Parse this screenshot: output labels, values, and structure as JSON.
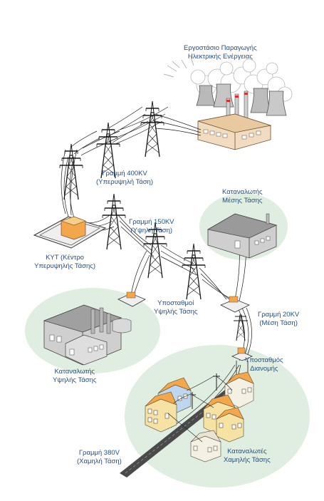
{
  "colors": {
    "label": "#1f4e8c",
    "ellipse": "#dfeee1",
    "building_light": "#ececec",
    "building_dark": "#9a9a9a",
    "plant": "#f1dcc1",
    "roof_orange": "#f3a64a",
    "house_yellow": "#f6e3a4",
    "wire": "#1a1a1a"
  },
  "labels": {
    "power_plant": {
      "line1": "Εργοστάσιο Παραγωγής",
      "line2": "Ηλεκτρικής Ενέργειας"
    },
    "line_400kv": {
      "line1": "Γραμμή 400KV",
      "line2": "(Υπερυψηλή Τάση)"
    },
    "kyt": {
      "line1": "ΚΥΤ (Κέντρο",
      "line2": "Υπερυψηλής Τάσης)"
    },
    "line_150kv": {
      "line1": "Γραμμή 150KV",
      "line2": "(Υψηλή Τάση)"
    },
    "medium_consumer": {
      "line1": "Καταναλωτής",
      "line2": "Μέσης Τάσης"
    },
    "hv_substations": {
      "line1": "Υποσταθμοί",
      "line2": "Υψηλής Τάσης"
    },
    "line_20kv": {
      "line1": "Γραμμή 20KV",
      "line2": "(Μέση Τάση)"
    },
    "hv_consumer": {
      "line1": "Καταναλωτής",
      "line2": "Υψηλής Τάσης"
    },
    "dist_substation": {
      "line1": "Υποσταθμός",
      "line2": "Διανομής"
    },
    "line_380v": {
      "line1": "Γραμμή 380V",
      "line2": "(Χαμηλή Τάση)"
    },
    "lv_consumers": {
      "line1": "Καταναλωτές",
      "line2": "Χαμηλής Τάσης"
    }
  }
}
